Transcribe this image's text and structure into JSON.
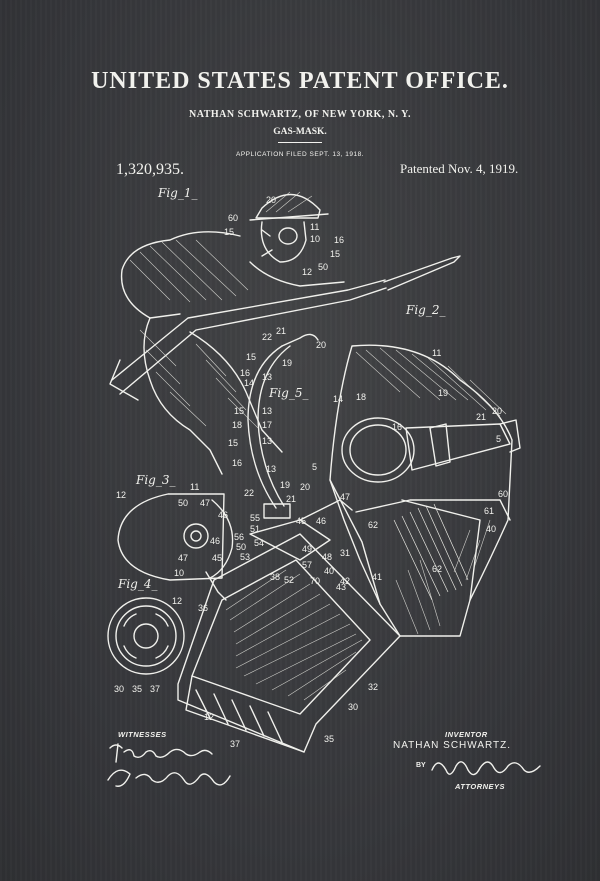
{
  "header": {
    "office": "UNITED STATES PATENT OFFICE.",
    "inventor_line": "NATHAN SCHWARTZ, OF NEW YORK, N. Y.",
    "title": "GAS-MASK.",
    "filed": "APPLICATION FILED SEPT. 13, 1918.",
    "patent_number": "1,320,935.",
    "patent_date": "Patented Nov. 4, 1919."
  },
  "figures": {
    "fig1": "Fig_1_",
    "fig2": "Fig_2_",
    "fig3": "Fig_3_",
    "fig4": "Fig_4_",
    "fig5": "Fig_5_"
  },
  "reference_numerals": {
    "fig1": [
      "20",
      "60",
      "15",
      "11",
      "16",
      "10",
      "15",
      "50",
      "12"
    ],
    "fig2": [
      "11",
      "19",
      "21",
      "20",
      "18",
      "16",
      "5",
      "5",
      "14",
      "60",
      "61",
      "40",
      "62",
      "62",
      "47",
      "41",
      "42",
      "40",
      "70",
      "43",
      "48",
      "49",
      "57",
      "52",
      "38",
      "36",
      "32",
      "30",
      "12",
      "37",
      "35",
      "31"
    ],
    "fig3": [
      "12",
      "11",
      "50",
      "47",
      "46",
      "46",
      "45",
      "47",
      "10"
    ],
    "fig4": [
      "12",
      "30",
      "35",
      "37"
    ],
    "fig5": [
      "22",
      "21",
      "20",
      "19",
      "15",
      "16",
      "13",
      "14",
      "15",
      "18",
      "13",
      "17",
      "15",
      "16",
      "13",
      "13",
      "19",
      "20",
      "21",
      "22",
      "55",
      "51",
      "56",
      "50",
      "53",
      "54",
      "45",
      "46"
    ]
  },
  "signatures": {
    "witnesses_label": "WITNESSES",
    "witness_1": "Frank C. Palmer",
    "witness_2": "Geo. J. Hertz",
    "inventor_label": "INVENTOR",
    "inventor_name": "NATHAN SCHWARTZ.",
    "by_label": "BY",
    "attorney_signature": "Munn & Co",
    "attorneys_label": "ATTORNEYS"
  }
}
